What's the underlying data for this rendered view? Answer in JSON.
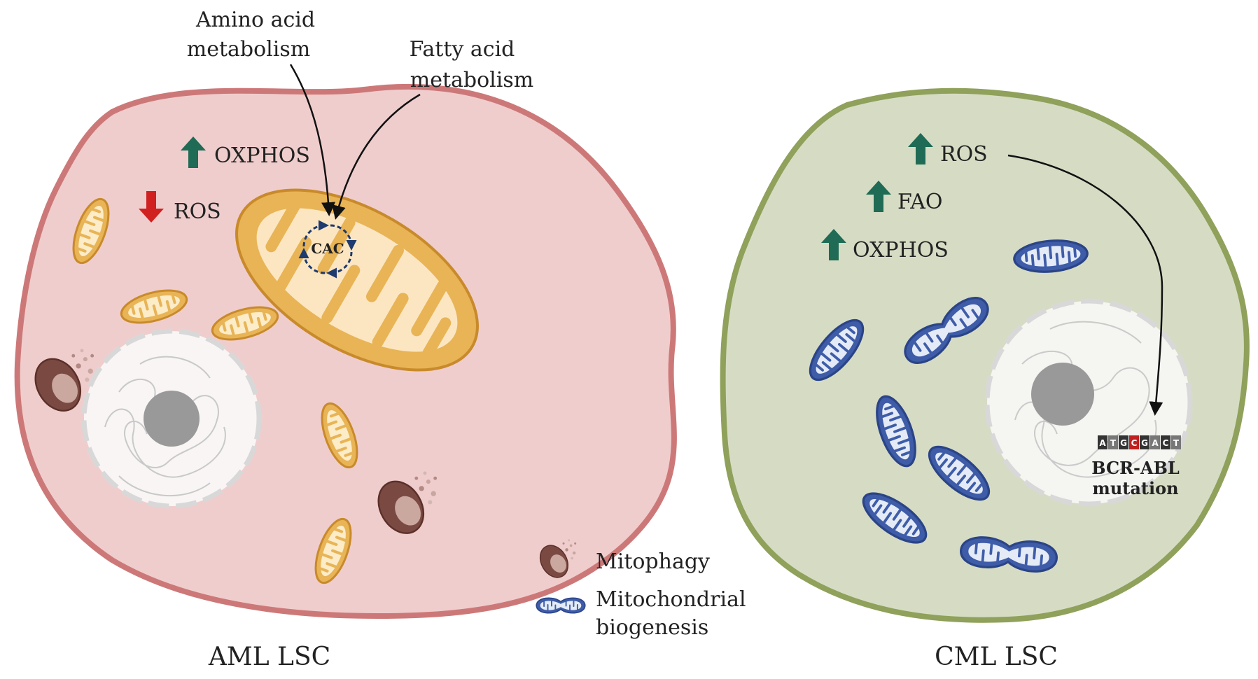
{
  "aml_cell": {
    "title": "AML LSC",
    "inputs": [
      "Amino acid",
      "metabolism",
      "Fatty acid",
      "metabolism"
    ],
    "oxphos": "OXPHOS",
    "ros": "ROS",
    "cycle": "CAC",
    "oxphos_dir": "up",
    "ros_dir": "down"
  },
  "cml_cell": {
    "title": "CML LSC",
    "ros": "ROS",
    "fao": "FAO",
    "oxphos": "OXPHOS",
    "dna_letters": [
      "A",
      "T",
      "G",
      "C",
      "G",
      "A",
      "C",
      "T"
    ],
    "mutation_label": [
      "BCR-ABL",
      "mutation"
    ]
  },
  "legend": {
    "mitophagy": "Mitophagy",
    "biogenesis": [
      "Mitochondrial",
      "biogenesis"
    ]
  },
  "colors": {
    "aml_fill": "#f0cdcd",
    "aml_border": "#cd7878",
    "cml_fill": "#d6dcc4",
    "cml_border": "#8fa15a",
    "up_arrow": "#1f6b55",
    "down_arrow": "#d12020",
    "mito_orange": "#e8b456",
    "mito_blue": "#3e5ca8",
    "mitophagy": "#7a4a42"
  }
}
